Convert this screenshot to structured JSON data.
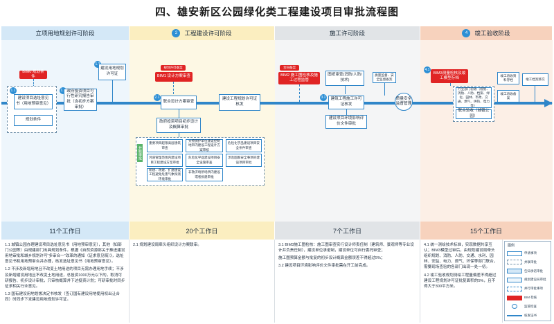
{
  "title": "四、雄安新区公园绿化类工程建设项目审批流程图",
  "stages": [
    {
      "num": "",
      "name": "立项用地规划许可阶段",
      "color": "#d4e8f7",
      "body": "#eef6fc"
    },
    {
      "num": "2",
      "name": "工程建设许可阶段",
      "color": "#fbeec0",
      "body": "#fdf8e4"
    },
    {
      "num": "",
      "name": "施工许可阶段",
      "color": "#e1e4e7",
      "body": "#f4f5f6"
    },
    {
      "num": "4",
      "name": "竣工验收阶段",
      "color": "#f7d2bd",
      "body": "#fcefe6"
    }
  ],
  "s1": {
    "red": "BIM0 规划条件",
    "badge_a": "1.1",
    "badge_b": "1.2",
    "badge_c": "1.3",
    "box_site": "建设项目选址意见书（用地预审意见）",
    "box_plan": "规划条件",
    "box_approval": "政府投资项目可行性研究报告审批（含初步方案审批）",
    "box_permit": "建设用地规划许可证"
  },
  "s2": {
    "red_top": "规划许可备案",
    "red": "BIM1 设计方案审查",
    "badge": "2.1",
    "box_main": "联合设计方案审查",
    "box_permit": "建设工程规划许可证核发",
    "box_budget": "政府投资项目初步设计及概算审批",
    "side_tag": "并联审批",
    "grid": [
      "重要项目超限高层建筑审查",
      "文物保护单位建设控制地带内建设工程设计方案审核",
      "危险化学品建设项目安全条件审查",
      "河道管理范围内建设项目工程建设方案审批",
      "危险化学品建设项目安全设施审查",
      "涉及国家安全事项的建设项目审批",
      "新建、改建、扩建建设工程避免危害气象探测环境审批",
      "非救济场所场所内建设或者拆建审批",
      ""
    ]
  },
  "s3": {
    "red_top": "合同备案",
    "red": "BIM2 施工图检核及施工过程监管",
    "box_review": "图纸审查(消防/人防/技术)",
    "box_permit": "建筑工程施工许可证核发",
    "box_env": "建设项目环境影响评价文件审批",
    "circle": "质量安全监督管理",
    "box_note": "质量监督、安全监督备案",
    "badge": "3.1"
  },
  "s4": {
    "red": "BIM3测量检核及竣工模型存档",
    "badge": "4.1",
    "box_joint": "行业部门验收（规划、消防、人防、档案、绿化、园林、市政、交通、燃气、供热、电力等）",
    "box_joint_title": "联合验收（城镇公园）",
    "box_archive": "竣工验收备案",
    "box_doc": "竣工档案移交",
    "box_end": "竣工验收资料存档"
  },
  "time_heads": [
    "11个工作日",
    "20个工作日",
    "7个工作日",
    "15个工作日"
  ],
  "notes": {
    "c1": [
      "1.1 城镇公园办理建设项目选址意见书（用地预审意见），其他（如部门公园等）由规建部门出具规划条件。根据《自然资源部关于推进建设用地审批和城乡规划许可“多审合一”改革的通知（证求意见稿）》，选址意见书和用地预审合并办理，核发选址意见书（用地预审意见）。",
      "1.2 不涉及新增用地且不改变土地用途的项目无需办理用地手续；不涉及新增建设用地且不改变土地用途，总投资1000万元以下的，取消可研报告、初步设计审批，只审核概算并下达投资计划；可研审批时同步征求相关行业意见。",
      "1.3 国有建设用地划拨决定书核发（签订国有建设用地使用权出让合同）时同步下发建设用地规划许可证。"
    ],
    "c2": [
      "2.1 规划建设局牵头组织设计方案联审。"
    ],
    "c3": [
      "3.1 BIM3施工图检核：施工图审查实行设计师责任制（建筑师、景观师等专业设计并负责任制），建设单位承诺制，建设单位可自行委托审查；",
      "施工图预算金额与批复的初步设计概算金额误差不得超过5%；",
      "3.2 建设项目环境影响评价文件审批需在开工前完成。"
    ],
    "c4": [
      "4.1 统一测绘技术标准，实现数据共享互认；BIM3模型过审后，由规划建设局牵头组织规划、消防、人防、交通、水利、园林、安监、电力、燃气、环保等部门联合，需要现场查验的各部门出现一处一初。",
      "4.2 竣工验收规划测绘工程量偏差不得超过建设工程规划许可证批复面积的5%，且不得大于300平方米。"
    ]
  },
  "legend": {
    "title": "图例",
    "items": [
      "申请事项",
      "并联审批",
      "告知承诺审批",
      "规划建设局审批",
      "并行审批事项",
      "BIM 检核",
      "监管检查",
      "核发证书"
    ]
  }
}
